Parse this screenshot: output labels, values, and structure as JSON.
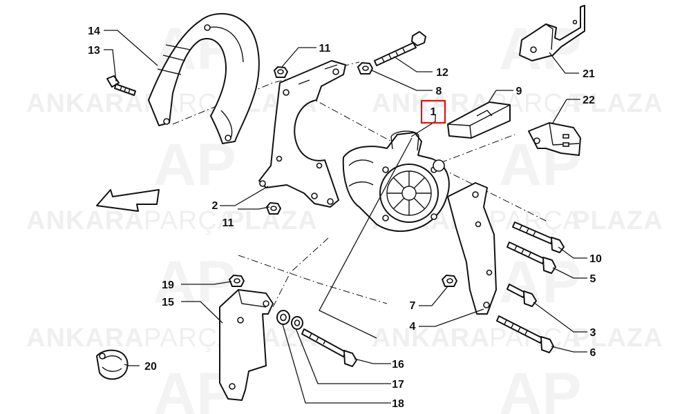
{
  "watermark": {
    "word1": "ANKARA",
    "word2": "PARÇA",
    "word3": "PLAZA",
    "logo": "AP"
  },
  "callouts": [
    {
      "id": "1",
      "label": "1",
      "highlighted": true
    },
    {
      "id": "2",
      "label": "2"
    },
    {
      "id": "3",
      "label": "3"
    },
    {
      "id": "4",
      "label": "4"
    },
    {
      "id": "5",
      "label": "5"
    },
    {
      "id": "6",
      "label": "6"
    },
    {
      "id": "7",
      "label": "7"
    },
    {
      "id": "8",
      "label": "8"
    },
    {
      "id": "9",
      "label": "9"
    },
    {
      "id": "10",
      "label": "10"
    },
    {
      "id": "11a",
      "label": "11"
    },
    {
      "id": "11b",
      "label": "11"
    },
    {
      "id": "12",
      "label": "12"
    },
    {
      "id": "13",
      "label": "13"
    },
    {
      "id": "14",
      "label": "14"
    },
    {
      "id": "15",
      "label": "15"
    },
    {
      "id": "16",
      "label": "16"
    },
    {
      "id": "17",
      "label": "17"
    },
    {
      "id": "18",
      "label": "18"
    },
    {
      "id": "19",
      "label": "19"
    },
    {
      "id": "20",
      "label": "20"
    },
    {
      "id": "21",
      "label": "21"
    },
    {
      "id": "22",
      "label": "22"
    }
  ],
  "colors": {
    "highlight": "#e01010",
    "ink": "#111111",
    "watermark": "#efefef"
  }
}
